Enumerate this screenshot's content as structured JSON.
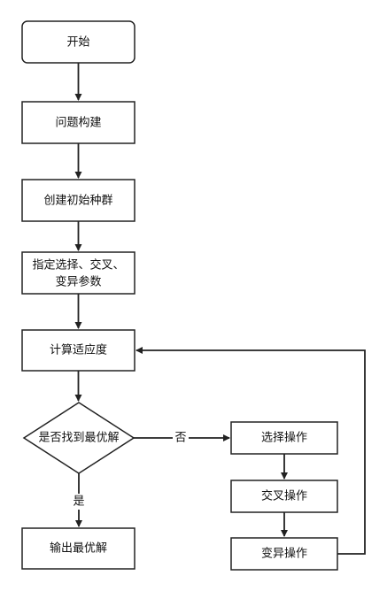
{
  "nodes": {
    "start": {
      "label": "开始"
    },
    "problem": {
      "label": "问题构建"
    },
    "init_pop": {
      "label": "创建初始种群"
    },
    "params": {
      "line1": "指定选择、交叉、",
      "line2": "变异参数"
    },
    "fitness": {
      "label": "计算适应度"
    },
    "decision": {
      "label": "是否找到最优解"
    },
    "select": {
      "label": "选择操作"
    },
    "crossover": {
      "label": "交叉操作"
    },
    "mutation": {
      "label": "变异操作"
    },
    "output": {
      "label": "输出最优解"
    }
  },
  "edges": {
    "no": {
      "label": "否"
    },
    "yes": {
      "label": "是"
    }
  },
  "colors": {
    "stroke": "#222222",
    "fill": "#ffffff",
    "text": "#111111"
  }
}
